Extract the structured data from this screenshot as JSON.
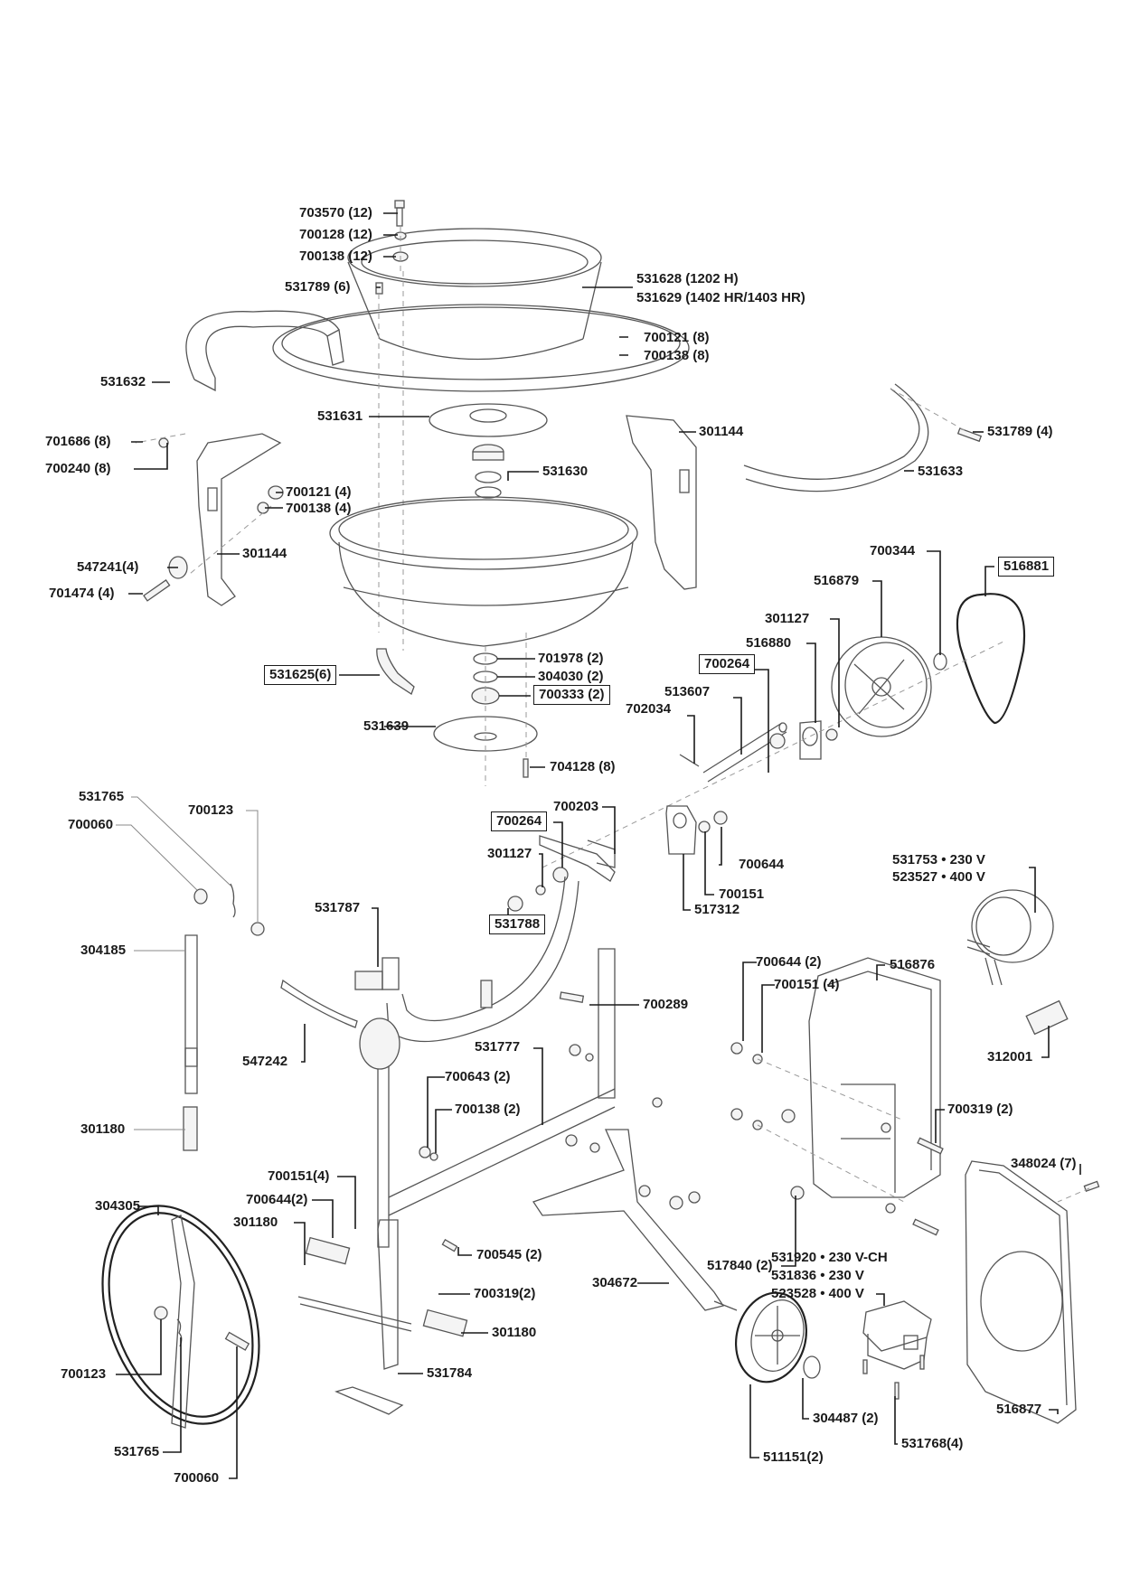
{
  "diagram": {
    "type": "exploded-parts-diagram",
    "subject": "concrete mixer",
    "labels": {
      "l703570": "703570 (12)",
      "l700128": "700128 (12)",
      "l700138a": "700138 (12)",
      "l531789a": "531789 (6)",
      "l531628": "531628 (1202 H)",
      "l531629": "531629 (1402 HR/1403 HR)",
      "l700121a": "700121 (8)",
      "l700138b": "700138 (8)",
      "l531632": "531632",
      "l531631": "531631",
      "l301144a": "301144",
      "l531789b": "531789 (4)",
      "l701686": "701686 (8)",
      "l700240": "700240 (8)",
      "l531630": "531630",
      "l531633": "531633",
      "l700121b": "700121 (4)",
      "l700138c": "700138 (4)",
      "l547241": "547241(4)",
      "l301144b": "301144",
      "l701474": "701474 (4)",
      "l700344": "700344",
      "l516881": "516881",
      "l516879": "516879",
      "l301127a": "301127",
      "l516880": "516880",
      "l701978": "701978 (2)",
      "l304030": "304030 (2)",
      "l700333": "700333 (2)",
      "l531625": "531625(6)",
      "l700264a": "700264",
      "l513607": "513607",
      "l702034": "702034",
      "l531639": "531639",
      "l704128": "704128 (8)",
      "l531765a": "531765",
      "l700123a": "700123",
      "l700060a": "700060",
      "l700203": "700203",
      "l700264b": "700264",
      "l700644a": "700644",
      "l301127b": "301127",
      "l700151a": "700151",
      "l517312": "517312",
      "l531753": "531753 • 230 V",
      "l523527": "523527 • 400 V",
      "l531788": "531788",
      "l531787": "531787",
      "l304185": "304185",
      "l700644b": "700644 (2)",
      "l516876": "516876",
      "l700151b": "700151 (4)",
      "l700289": "700289",
      "l312001": "312001",
      "l547242": "547242",
      "l531777": "531777",
      "l700643": "700643 (2)",
      "l700138d": "700138 (2)",
      "l700319a": "700319 (2)",
      "l301180a": "301180",
      "l348024": "348024 (7)",
      "l304305": "304305",
      "l700151c": "700151(4)",
      "l700644c": "700644(2)",
      "l301180b": "301180",
      "l517840": "517840 (2)",
      "l700545": "700545 (2)",
      "l531920": "531920 • 230 V-CH",
      "l531836": "531836 • 230 V",
      "l523528": "523528 • 400 V",
      "l304672": "304672",
      "l700319b": "700319(2)",
      "l301180c": "301180",
      "l700123b": "700123",
      "l531784": "531784",
      "l304487": "304487 (2)",
      "l516877": "516877",
      "l531765b": "531765",
      "l531768": "531768(4)",
      "l511151": "511151(2)",
      "l700060b": "700060"
    }
  }
}
